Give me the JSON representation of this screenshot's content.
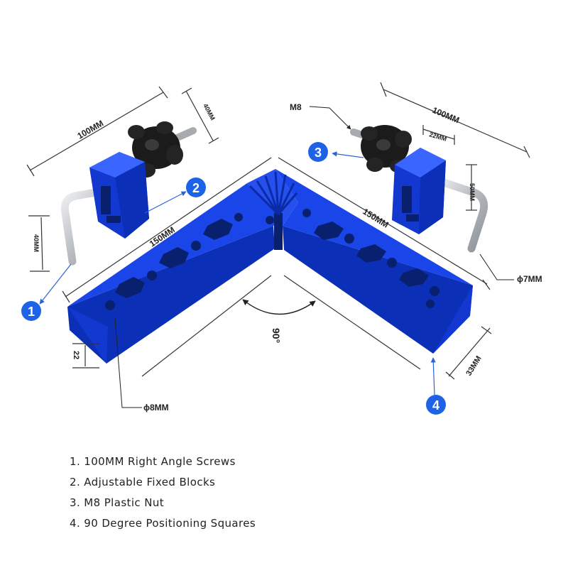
{
  "colors": {
    "part_blue": "#1a45e8",
    "part_blue_dark": "#0c2fb8",
    "part_blue_light": "#3a66ff",
    "badge_blue": "#1e63e6",
    "knob_black": "#1b1b1b",
    "metal": "#c9ccd0",
    "leader_line": "#2a63d8",
    "dimension_line": "#333333"
  },
  "dimensions": {
    "screw_length_left": "100MM",
    "screw_height_left": "40MM",
    "screw_drop_left": "40MM",
    "screw_length_right": "100MM",
    "thread_label": "M8",
    "block_width": "22MM",
    "block_height": "50MM",
    "rod_diameter": "ϕ7MM",
    "arm_length_left": "150MM",
    "arm_length_right": "150MM",
    "angle": "90°",
    "square_height": "22",
    "square_width": "33MM",
    "hole_diameter": "ϕ8MM"
  },
  "badges": [
    "1",
    "2",
    "3",
    "4"
  ],
  "legend": [
    "1. 100MM Right Angle Screws",
    "2. Adjustable Fixed Blocks",
    "3. M8 Plastic Nut",
    "4. 90 Degree Positioning Squares"
  ]
}
